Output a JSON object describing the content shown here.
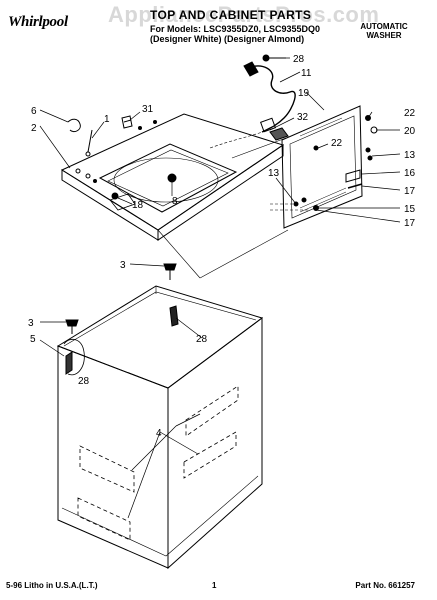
{
  "header": {
    "brand": "Whirlpool",
    "watermark": "AppliancePartsPros.com",
    "title": "TOP AND CABINET PARTS",
    "model_line": "For Models: LSC9355DZ0, LSC9355DQ0",
    "color_line": "(Designer White) (Designer Almond)",
    "product_type": "AUTOMATIC WASHER"
  },
  "callouts": [
    "28",
    "11",
    "31",
    "6",
    "1",
    "2",
    "19",
    "32",
    "22",
    "22",
    "20",
    "13",
    "16",
    "13",
    "17",
    "15",
    "17",
    "8",
    "18",
    "3",
    "28",
    "3",
    "5",
    "28",
    "4"
  ],
  "footer": {
    "print_info": "5-96 Litho in U.S.A.(L.T.)",
    "page_number": "1",
    "part_number": "Part No. 661257"
  },
  "colors": {
    "ink": "#000000",
    "watermark": "#d8d8d8"
  },
  "icons": [
    "whirlpool-logo",
    "screw-icon",
    "clip-icon",
    "wire-harness-icon"
  ]
}
